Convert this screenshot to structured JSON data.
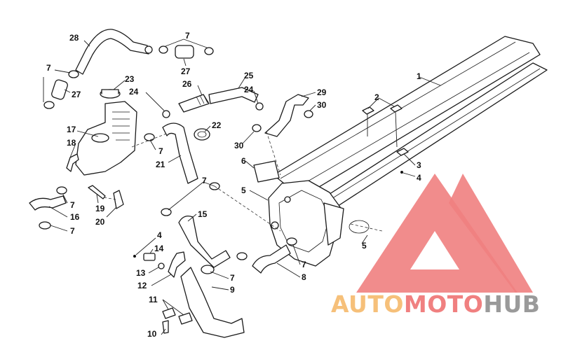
{
  "colors": {
    "logo_red": "#f08080",
    "logo_orange": "#f6c07a",
    "logo_gray": "#9a9a9a",
    "line": "#1a1a1a"
  },
  "watermark": {
    "part1": "AUTO",
    "part2": "MOTO",
    "part3": "HUB"
  },
  "callouts": {
    "c28": "28",
    "c7a": "7",
    "c27a": "27",
    "c7b": "7",
    "c27b": "27",
    "c23": "23",
    "c24a": "24",
    "c26": "26",
    "c25": "25",
    "c24b": "24",
    "c29": "29",
    "c30a": "30",
    "c1": "1",
    "c2": "2",
    "c17": "17",
    "c18": "18",
    "c22": "22",
    "c7c": "7",
    "c21": "21",
    "c30b": "30",
    "c3": "3",
    "c4a": "4",
    "c6": "6",
    "c5a": "5",
    "c7d": "7",
    "c16": "16",
    "c7e": "7",
    "c19": "19",
    "c20": "20",
    "c7f": "7",
    "c15": "15",
    "c4b": "4",
    "c14": "14",
    "c13": "13",
    "c12": "12",
    "c7g": "7",
    "c9": "9",
    "c7h": "7",
    "c8": "8",
    "c5b": "5",
    "c11": "11",
    "c10": "10"
  }
}
